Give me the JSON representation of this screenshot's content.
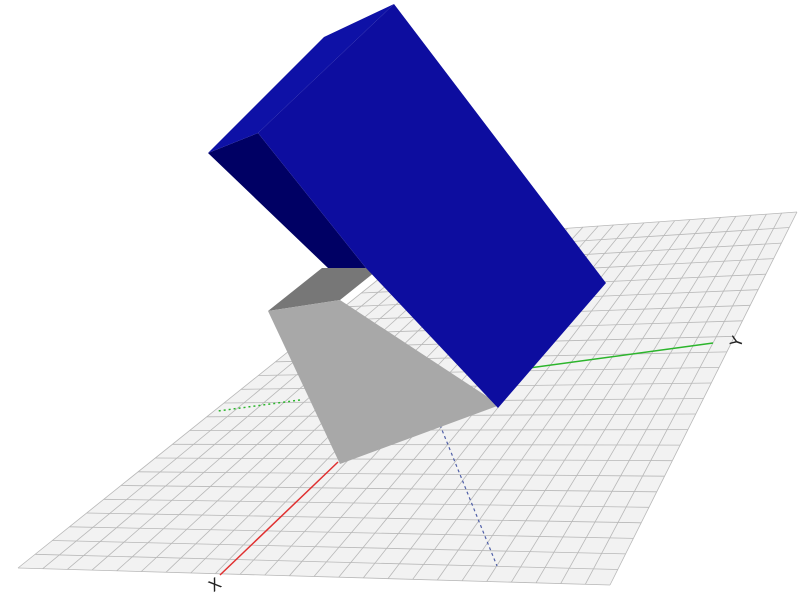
{
  "axes": {
    "x": {
      "label": "X",
      "color": "#e03030"
    },
    "y": {
      "label": "Y",
      "color": "#2cb52c"
    },
    "z": {
      "color": "#5060a8"
    }
  },
  "grid": {
    "plane_fill": "#f2f2f2",
    "line_color": "#b8b8b8",
    "divisions": 24
  },
  "objects": [
    {
      "name": "blue-box",
      "colors": {
        "front": "#0d0d9f",
        "top": "#0e11a6",
        "side": "#000064"
      }
    },
    {
      "name": "gray-wedge",
      "colors": {
        "front": "#a8a8a8",
        "top": "#777777"
      }
    }
  ]
}
